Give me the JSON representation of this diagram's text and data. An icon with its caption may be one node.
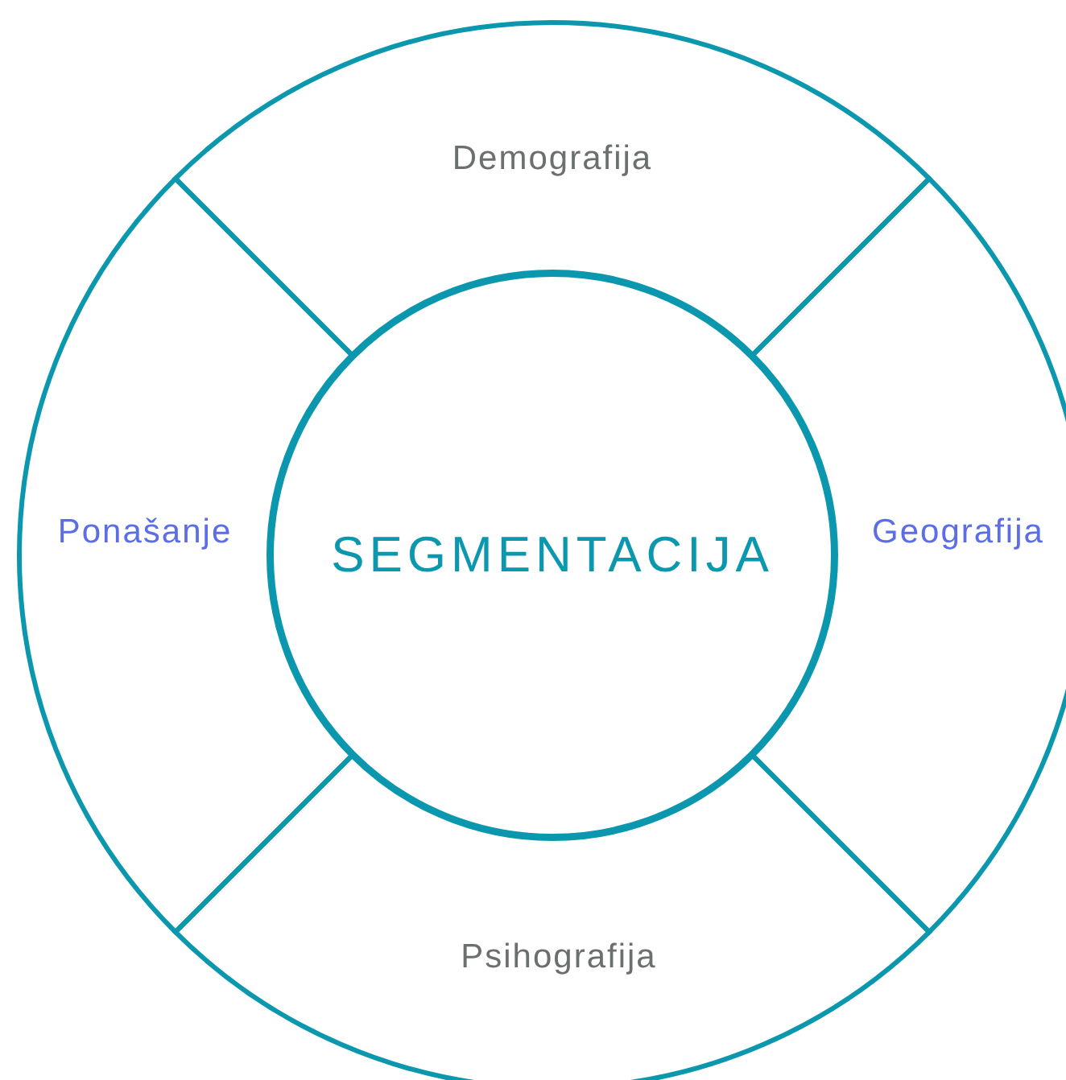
{
  "diagram": {
    "nodes": [
      {
        "text": [
          "SEGMENTACIJA"
        ]
      },
      {
        "text": [
          "Demografija"
        ]
      },
      {
        "text": [
          "Geografija"
        ]
      },
      {
        "text": [
          "Psihografija"
        ]
      },
      {
        "text": [
          "Ponašanje"
        ]
      }
    ]
  }
}
